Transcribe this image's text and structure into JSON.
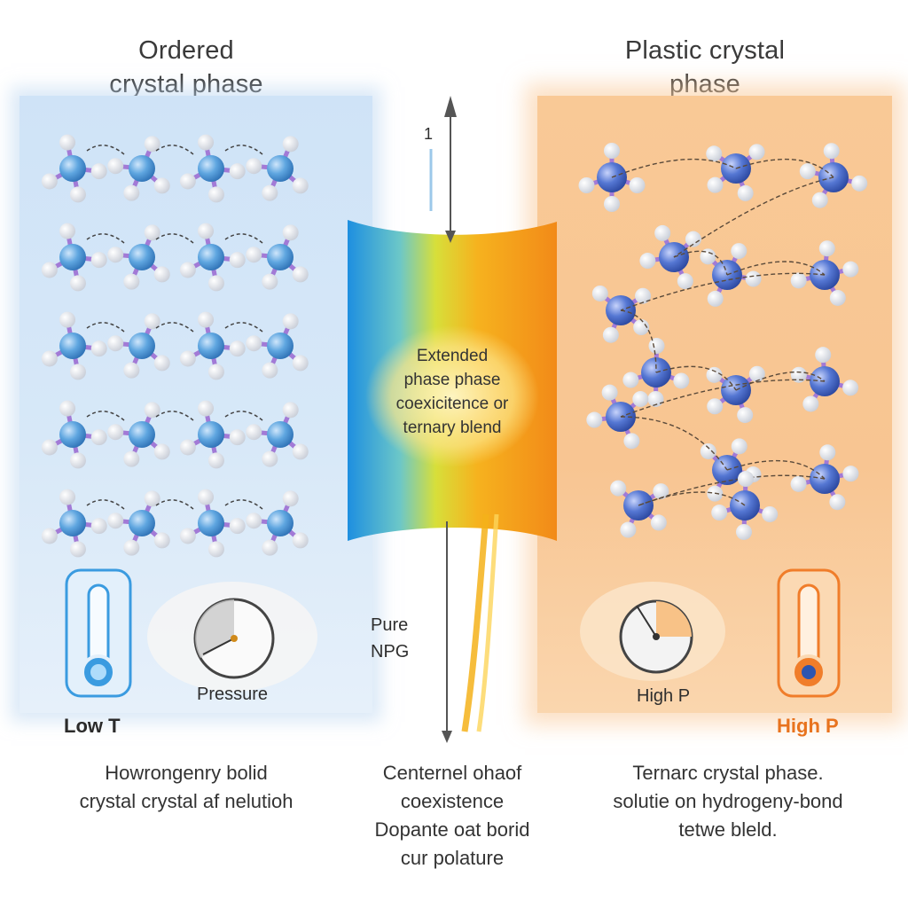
{
  "left": {
    "title_line1": "Ordered",
    "title_line2": "crystal phase",
    "dial_label": "Pressure",
    "temp_label": "Low T",
    "caption_line1": "Howrongenry bolid",
    "caption_line2": "crystal crystal af nelutioh"
  },
  "right": {
    "title_line1": "Plastic crystal",
    "title_line2": "phase",
    "dial_label": "High P",
    "temp_label": "High P",
    "caption_line1": "Ternarc crystal phase.",
    "caption_line2": "solutie on hydrogeny-bond",
    "caption_line3": "tetwe bleld."
  },
  "center": {
    "axis_tick": "1",
    "bubble_line1": "Extended",
    "bubble_line2": "phase phase",
    "bubble_line3": "coexicitence or",
    "bubble_line4": "ternary blend",
    "pure_line1": "Pure",
    "pure_line2": "NPG",
    "caption_line1": "Centernel ohaof",
    "caption_line2": "coexistence",
    "caption_line3": "Dopante oat borid",
    "caption_line4": "cur polature"
  },
  "colors": {
    "left_panel": "#d3e6f8",
    "right_panel": "#f8c592",
    "atom_blue_left": "#4f9ad8",
    "atom_blue_right": "#4e70cf",
    "bond_purple": "#9b6fd1",
    "cold_outline": "#3a9be0",
    "hot_outline": "#f07d2a",
    "hot_text": "#e8731e"
  }
}
